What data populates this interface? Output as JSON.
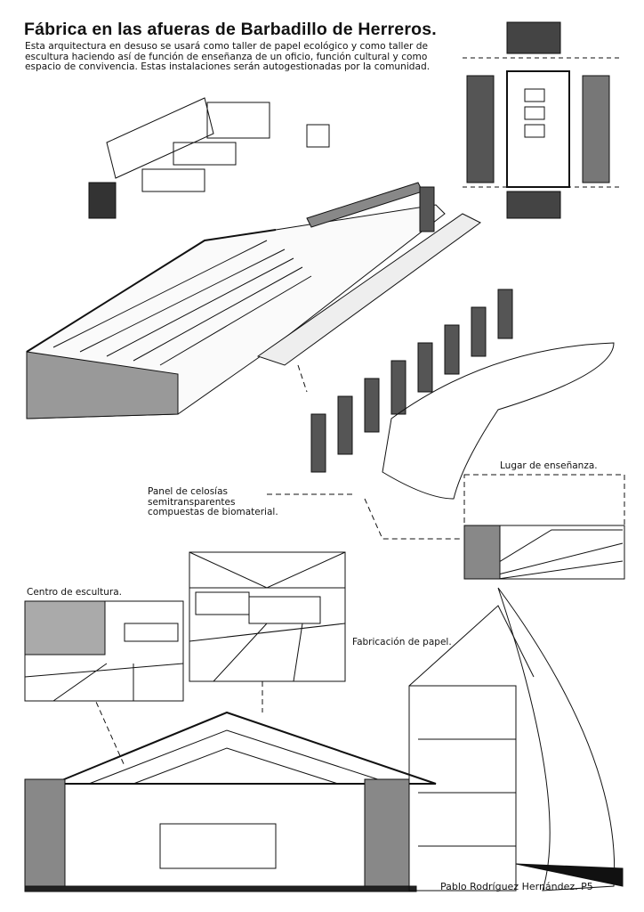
{
  "title": "Fábrica en las afueras de Barbadillo de Herreros.",
  "intro": "Esta arquitectura en desuso se usará como taller de papel ecológico y como taller de escultura haciendo así de función de enseñanza de un oficio, función cultural y como espacio de convivencia. Estas instalaciones serán autogestionadas por la comunidad.",
  "labels": {
    "teaching": "Lugar de enseñanza.",
    "panel": "Panel de celosías semitransparentes compuestas de biomaterial.",
    "sculpture": "Centro de escultura.",
    "paper": "Fabricación de papel."
  },
  "author": "Pablo Rodríguez Hernández. P5"
}
